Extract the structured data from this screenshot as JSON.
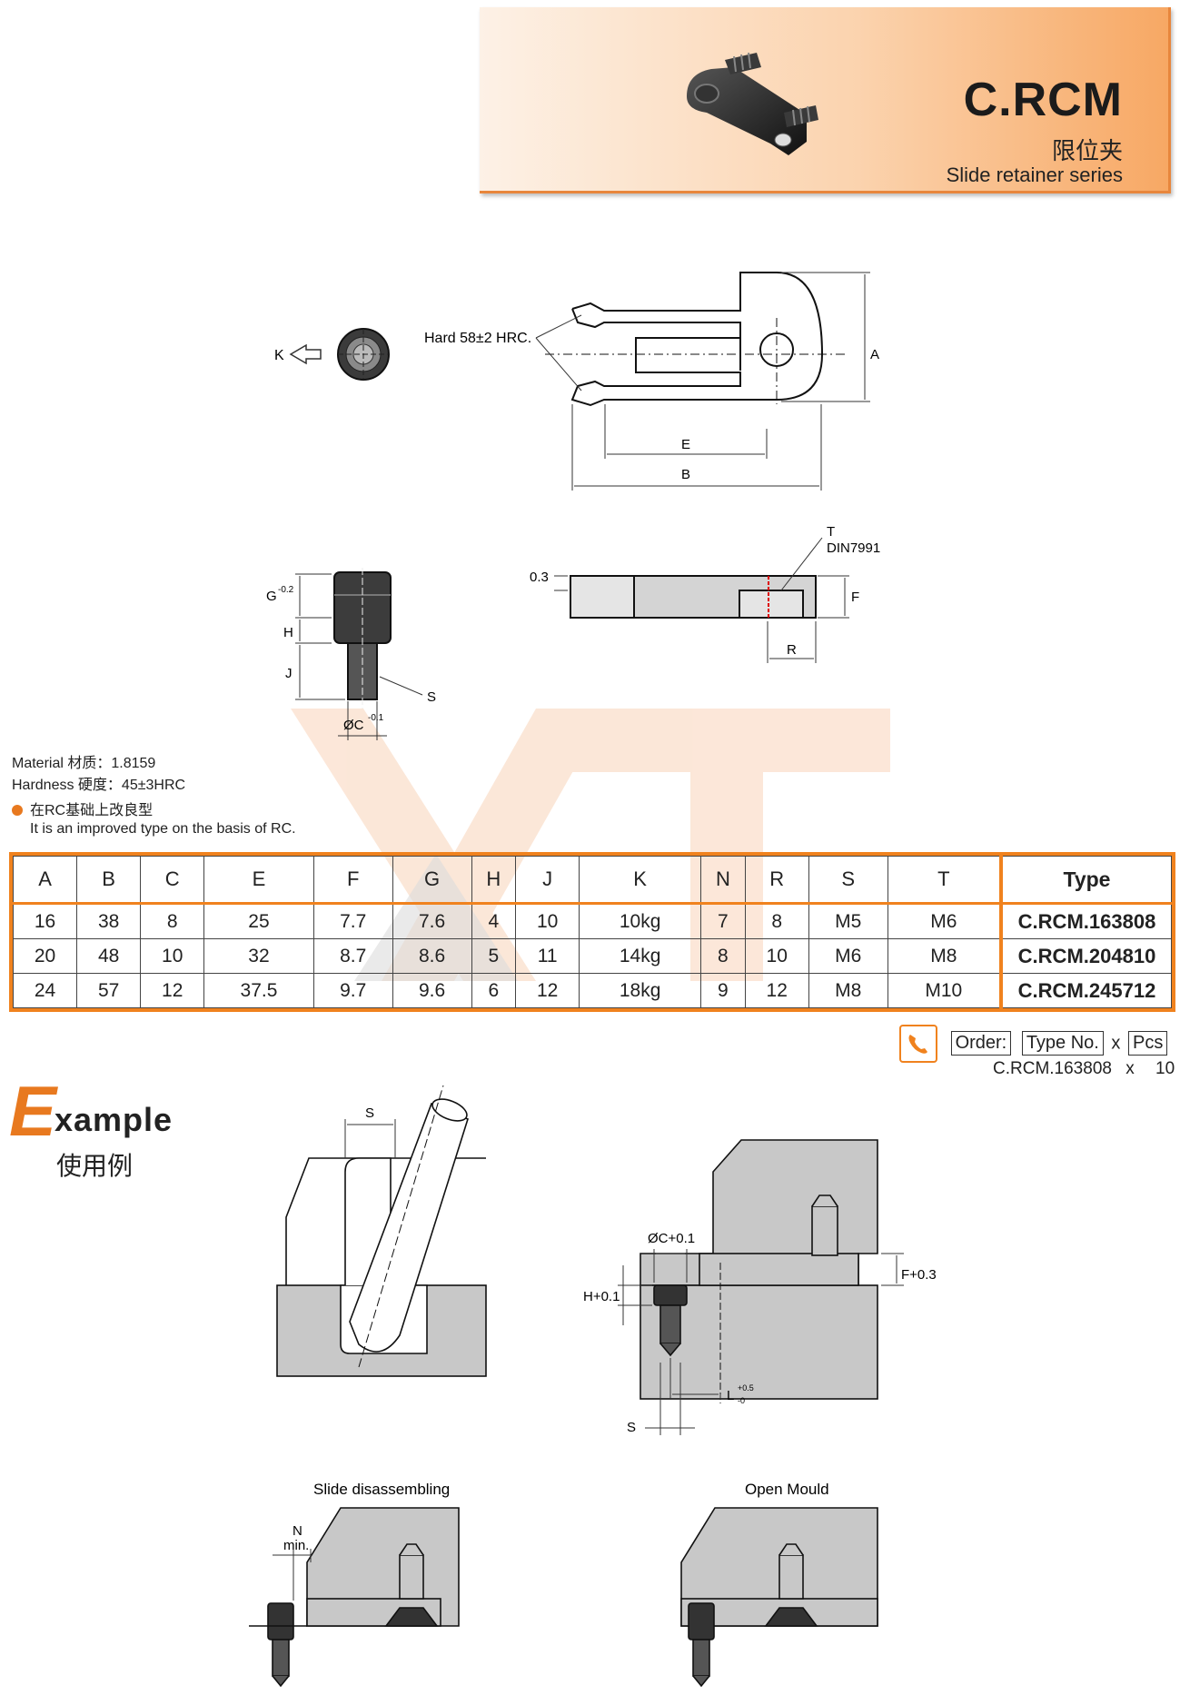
{
  "header": {
    "code": "C.RCM",
    "name_cn": "限位夹",
    "name_en": "Slide retainer series"
  },
  "drawing": {
    "hard_label": "Hard 58±2 HRC.",
    "k_label": "K",
    "a": "A",
    "e": "E",
    "b": "B",
    "t": "T",
    "din": "DIN7991",
    "f": "F",
    "r": "R",
    "dim_03": "0.3",
    "g": "G",
    "g_tol": "-0.2",
    "h": "H",
    "j": "J",
    "s": "S",
    "c": "ØC",
    "c_tol": "-0.1"
  },
  "notes": {
    "material": "Material   材质：1.8159",
    "hardness": "Hardness 硬度：45±3HRC",
    "improved_cn": "在RC基础上改良型",
    "improved_en": "It is an improved type on the basis of RC."
  },
  "table": {
    "columns": [
      "A",
      "B",
      "C",
      "E",
      "F",
      "G",
      "H",
      "J",
      "K",
      "N",
      "R",
      "S",
      "T",
      "Type"
    ],
    "rows": [
      [
        "16",
        "38",
        "8",
        "25",
        "7.7",
        "7.6",
        "4",
        "10",
        "10kg",
        "7",
        "8",
        "M5",
        "M6",
        "C.RCM.163808"
      ],
      [
        "20",
        "48",
        "10",
        "32",
        "8.7",
        "8.6",
        "5",
        "11",
        "14kg",
        "8",
        "10",
        "M6",
        "M8",
        "C.RCM.204810"
      ],
      [
        "24",
        "57",
        "12",
        "37.5",
        "9.7",
        "9.6",
        "6",
        "12",
        "18kg",
        "9",
        "12",
        "M8",
        "M10",
        "C.RCM.245712"
      ]
    ]
  },
  "order": {
    "label": "Order:",
    "type_no": "Type No.",
    "x": "x",
    "pcs": "Pcs",
    "example_code": "C.RCM.163808",
    "example_x": "x",
    "example_qty": "10"
  },
  "example": {
    "big_letter": "E",
    "rest": "xample",
    "cn": "使用例",
    "s_top": "S",
    "c_tol": "ØC+0.1",
    "f_tol": "F+0.3",
    "h_tol": "H+0.1",
    "l_tol": "L",
    "l_up": "+0.5",
    "l_dn": "-0",
    "s_bottom": "S",
    "slide_title": "Slide disassembling",
    "open_title": "Open Mould",
    "n_label": "N",
    "min_label": "min."
  },
  "colors": {
    "accent": "#f0821e",
    "gray": "#c8c8c8"
  }
}
